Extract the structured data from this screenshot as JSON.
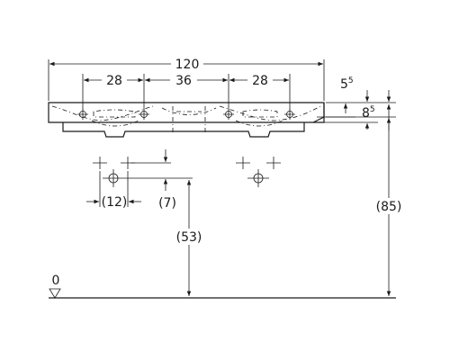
{
  "dimensions": {
    "total_width": "120",
    "left_hole_spacing": "28",
    "center_spacing": "36",
    "right_hole_spacing": "28",
    "top_offset_base": "5",
    "top_offset_sup": "5",
    "rim_height_base": "8",
    "rim_height_sup": "5",
    "waste_spacing": "(12)",
    "waste_offset": "(7)",
    "waste_height": "(53)",
    "total_height": "(85)",
    "floor_level": "0"
  }
}
